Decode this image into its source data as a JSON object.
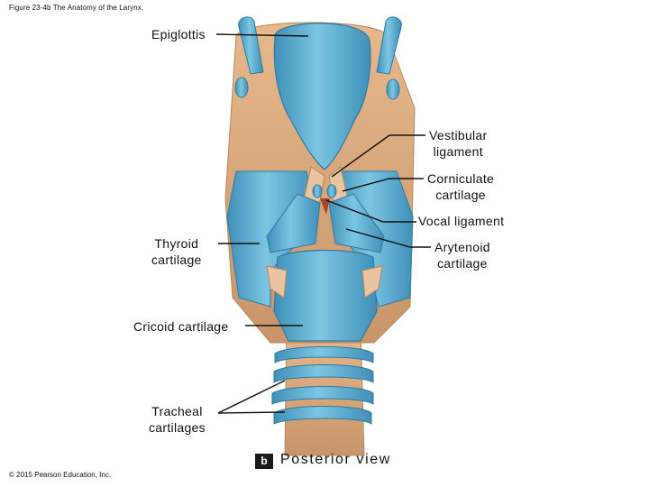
{
  "figure_caption": "Figure 23-4b The Anatomy of the Larynx.",
  "copyright": "© 2015 Pearson Education, Inc.",
  "labels": {
    "epiglottis": "Epiglottis",
    "vestibular_ligament": [
      "Vestibular",
      "ligament"
    ],
    "corniculate_cartilage": [
      "Corniculate",
      "cartilage"
    ],
    "vocal_ligament": "Vocal ligament",
    "thyroid_cartilage": [
      "Thyroid",
      "cartilage"
    ],
    "arytenoid_cartilage": [
      "Arytenoid",
      "cartilage"
    ],
    "cricoid_cartilage": "Cricoid cartilage",
    "tracheal_cartilages": [
      "Tracheal",
      "cartilages"
    ]
  },
  "panel_letter": "b",
  "view_title": "Posterior view",
  "colors": {
    "cartilage": "#6cb8d8",
    "cartilage_dark": "#3d8fb8",
    "ligament": "#d8a878",
    "leader_line": "#111111"
  }
}
